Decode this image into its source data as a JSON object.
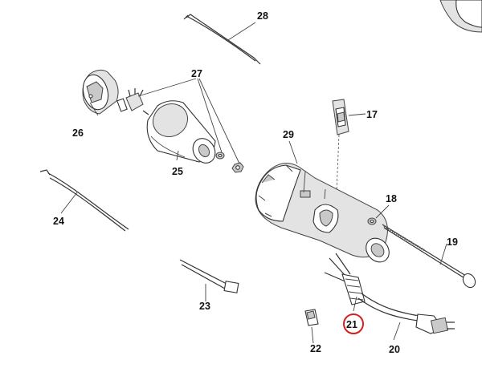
{
  "diagram": {
    "parts": [
      {
        "id": "part-17",
        "label": "17"
      },
      {
        "id": "part-18",
        "label": "18"
      },
      {
        "id": "part-19",
        "label": "19"
      },
      {
        "id": "part-20",
        "label": "20"
      },
      {
        "id": "part-21",
        "label": "21",
        "highlighted": true
      },
      {
        "id": "part-22",
        "label": "22"
      },
      {
        "id": "part-23",
        "label": "23"
      },
      {
        "id": "part-24",
        "label": "24"
      },
      {
        "id": "part-25",
        "label": "25"
      },
      {
        "id": "part-26",
        "label": "26"
      },
      {
        "id": "part-27",
        "label": "27"
      },
      {
        "id": "part-28",
        "label": "28"
      },
      {
        "id": "part-29",
        "label": "29"
      }
    ],
    "highlight_color": "#d21f1f",
    "line_color": "#333333"
  }
}
